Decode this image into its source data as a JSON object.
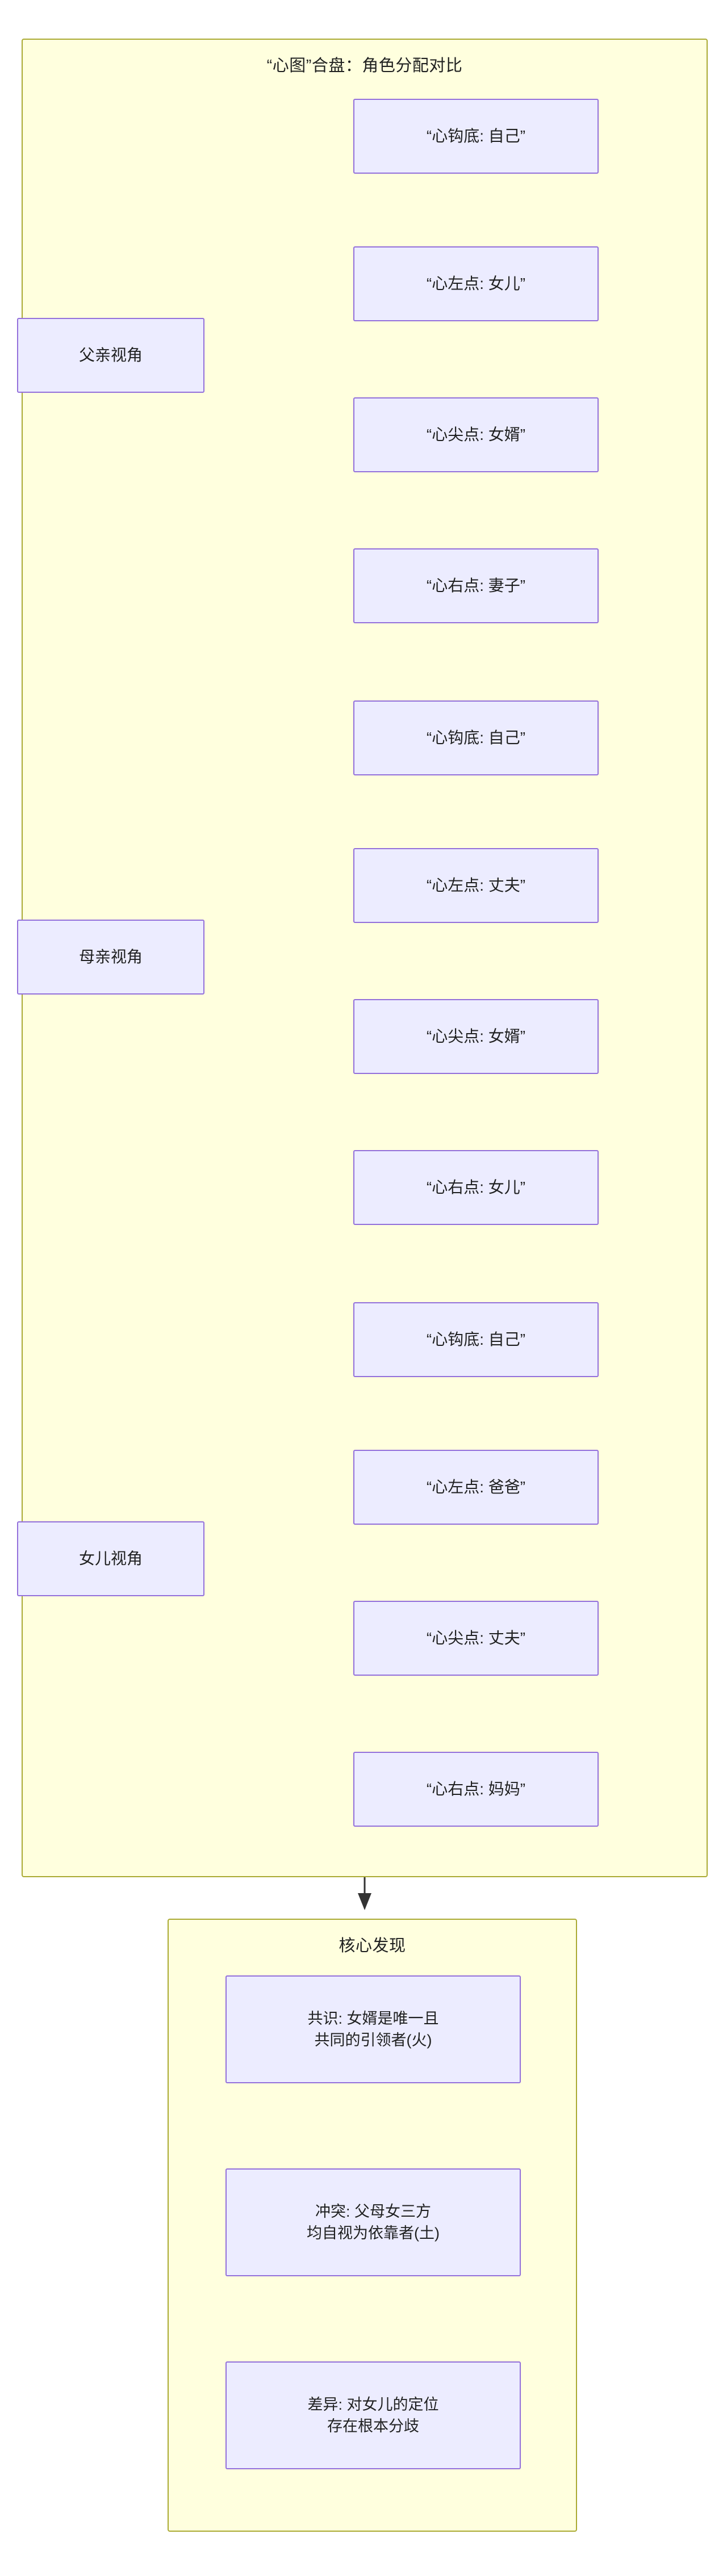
{
  "diagram": {
    "type": "flowchart",
    "direction": "left-to-right-grouped",
    "main_group": {
      "title": "“心图”合盘：角色分配对比",
      "background_color": "#ffffde",
      "border_color": "#aaaa33",
      "perspectives": [
        {
          "id": "father",
          "label": "父亲视角",
          "roles": [
            {
              "id": "f1",
              "label": "“心钩底: 自己”"
            },
            {
              "id": "f2",
              "label": "“心左点: 女儿”"
            },
            {
              "id": "f3",
              "label": "“心尖点: 女婿”"
            },
            {
              "id": "f4",
              "label": "“心右点: 妻子”"
            }
          ]
        },
        {
          "id": "mother",
          "label": "母亲视角",
          "roles": [
            {
              "id": "m1",
              "label": "“心钩底: 自己”"
            },
            {
              "id": "m2",
              "label": "“心左点: 丈夫”"
            },
            {
              "id": "m3",
              "label": "“心尖点: 女婿”"
            },
            {
              "id": "m4",
              "label": "“心右点: 女儿”"
            }
          ]
        },
        {
          "id": "daughter",
          "label": "女儿视角",
          "roles": [
            {
              "id": "d1",
              "label": "“心钩底: 自己”"
            },
            {
              "id": "d2",
              "label": "“心左点: 爸爸”"
            },
            {
              "id": "d3",
              "label": "“心尖点: 丈夫”"
            },
            {
              "id": "d4",
              "label": "“心右点: 妈妈”"
            }
          ]
        }
      ]
    },
    "findings_group": {
      "title": "核心发现",
      "background_color": "#ffffde",
      "border_color": "#aaaa33",
      "items": [
        {
          "id": "k1",
          "label": "共识: 女婿是唯一且\n共同的引领者(火)"
        },
        {
          "id": "k2",
          "label": "冲突: 父母女三方\n均自视为依靠者(土)"
        },
        {
          "id": "k3",
          "label": "差异: 对女儿的定位\n存在根本分歧"
        }
      ]
    },
    "node_style": {
      "fill": "#ececff",
      "stroke": "#9370db",
      "text_color": "#1f2020"
    },
    "edge_style": {
      "stroke": "#333333",
      "arrowhead": "filled-triangle"
    }
  }
}
